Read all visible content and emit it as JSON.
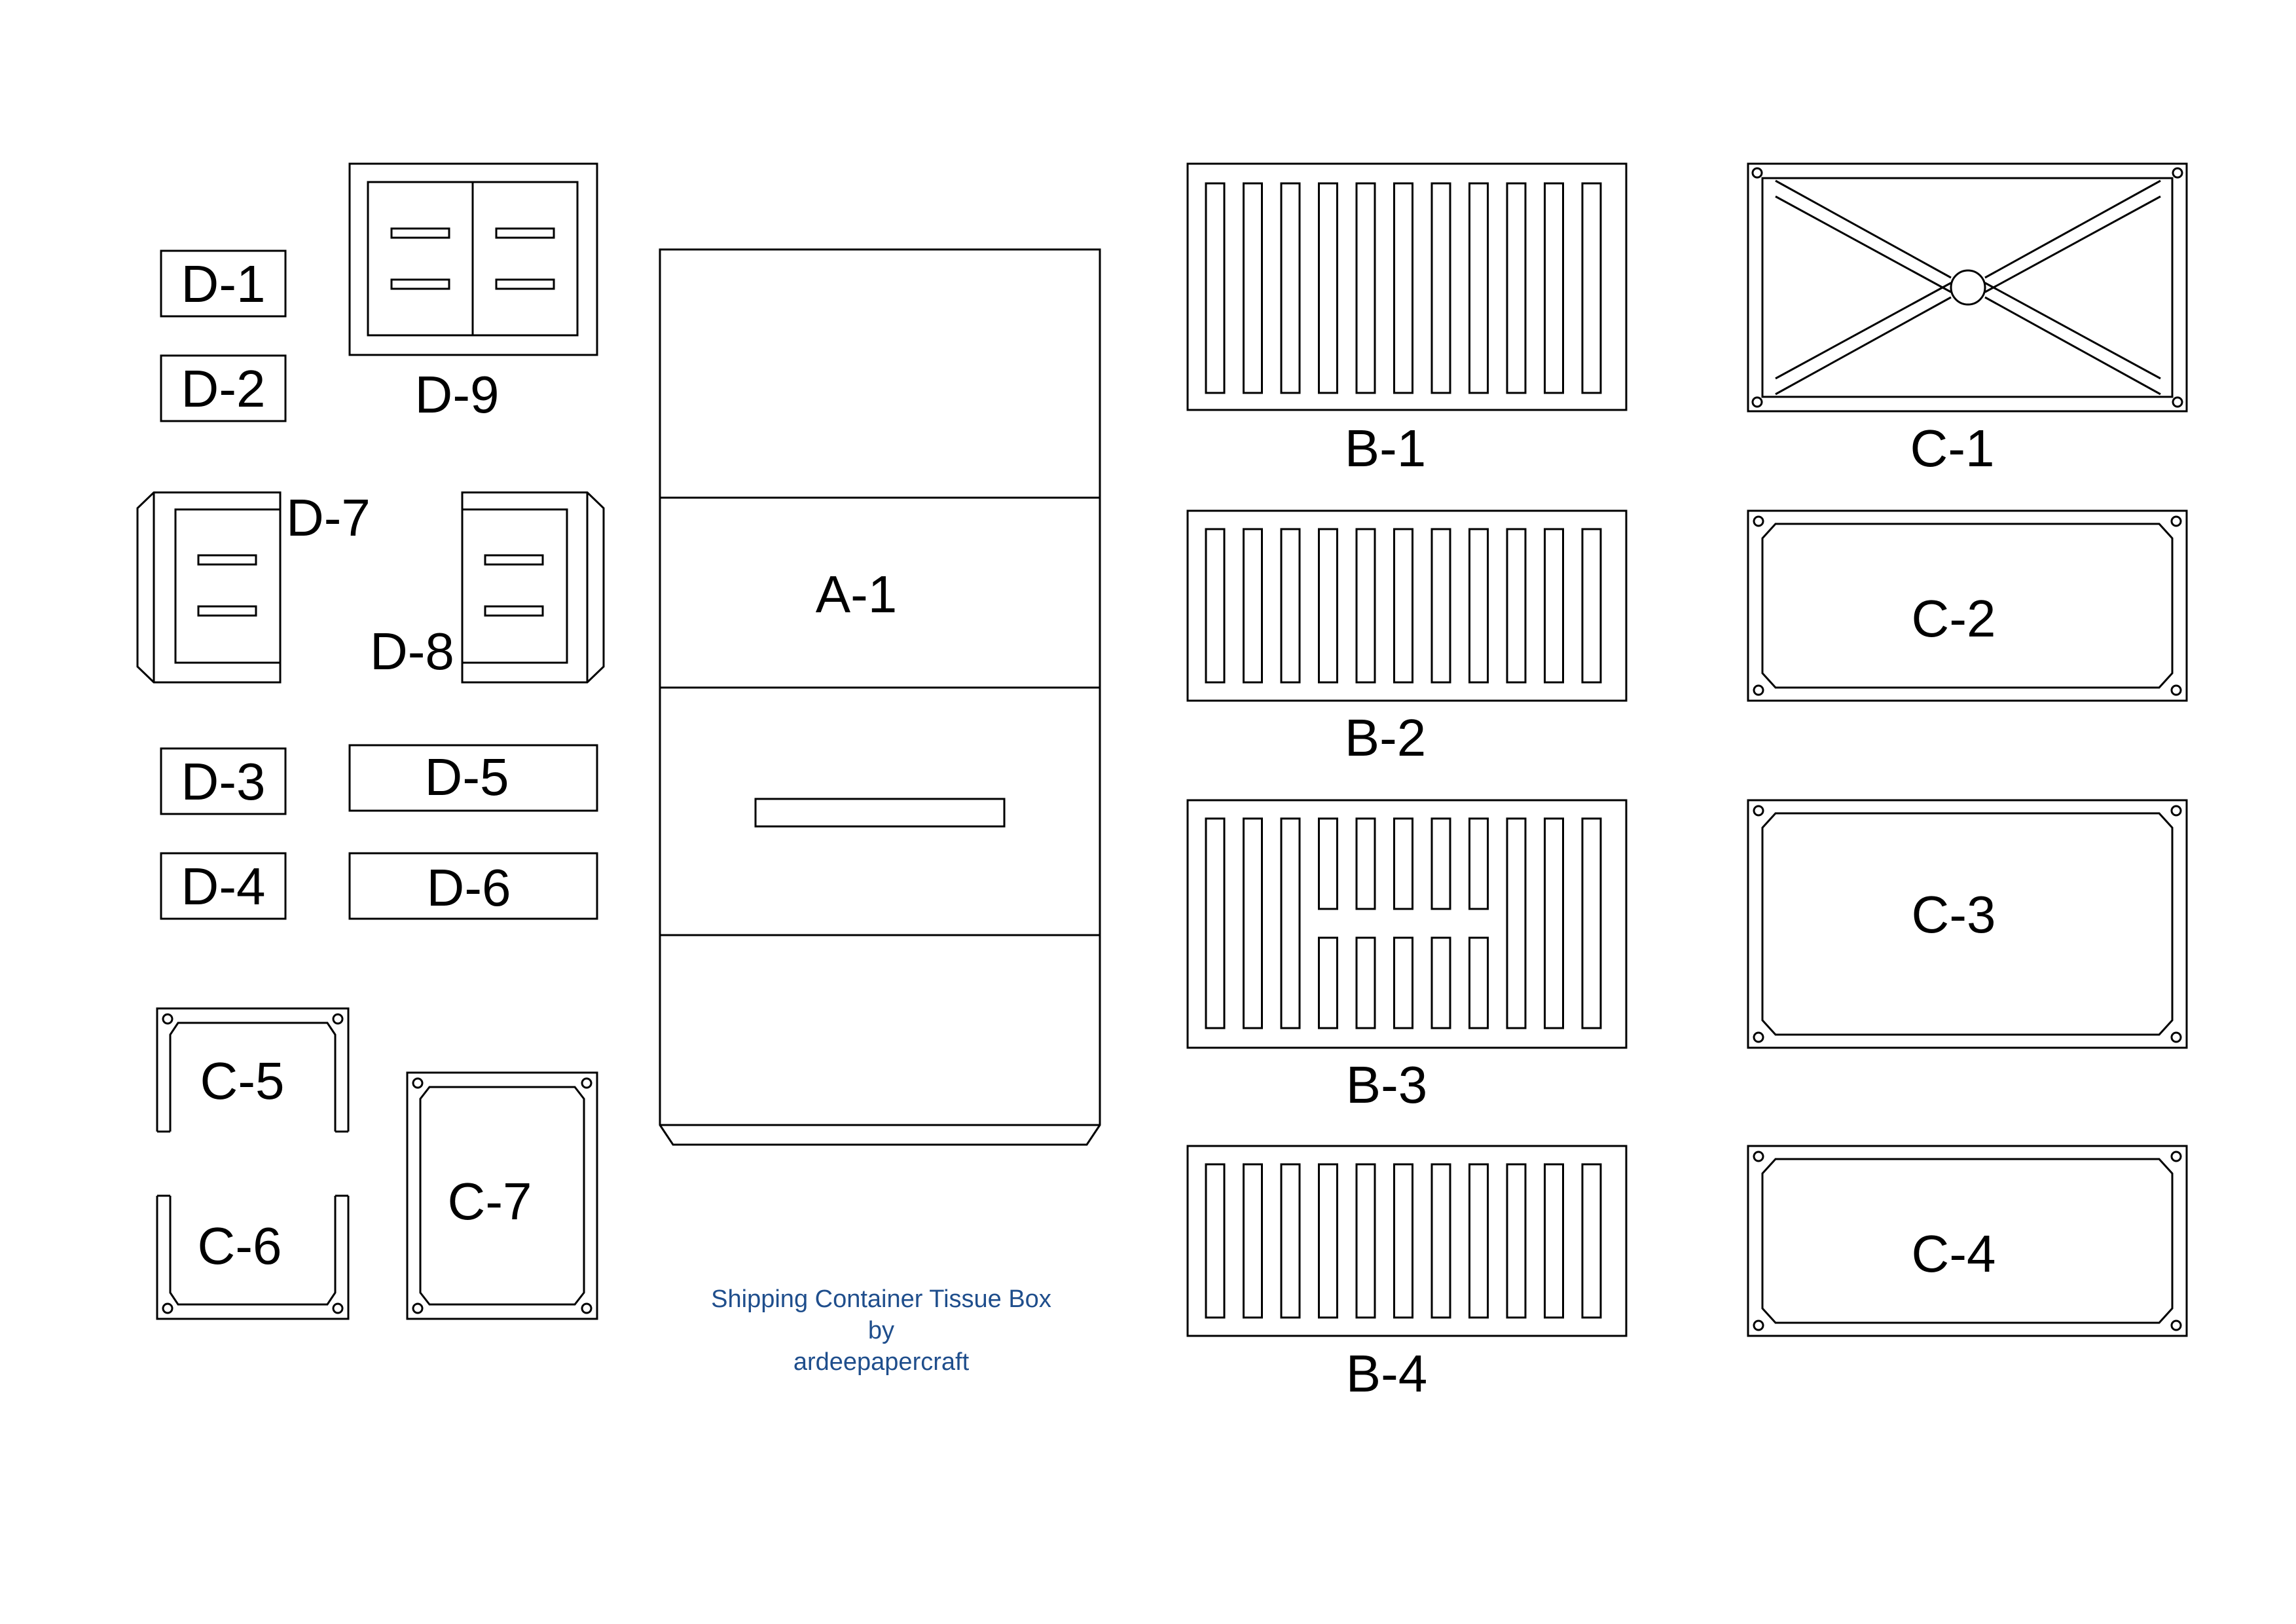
{
  "labels": {
    "a1": "A-1",
    "b1": "B-1",
    "b2": "B-2",
    "b3": "B-3",
    "b4": "B-4",
    "c1": "C-1",
    "c2": "C-2",
    "c3": "C-3",
    "c4": "C-4",
    "c5": "C-5",
    "c6": "C-6",
    "c7": "C-7",
    "d1": "D-1",
    "d2": "D-2",
    "d3": "D-3",
    "d4": "D-4",
    "d5": "D-5",
    "d6": "D-6",
    "d7": "D-7",
    "d8": "D-8",
    "d9": "D-9"
  },
  "credit": {
    "title": "Shipping Container Tissue Box",
    "by": "by",
    "author": "ardeepapercraft"
  },
  "colors": {
    "line": "#000000",
    "credit": "#1f4e8c"
  }
}
